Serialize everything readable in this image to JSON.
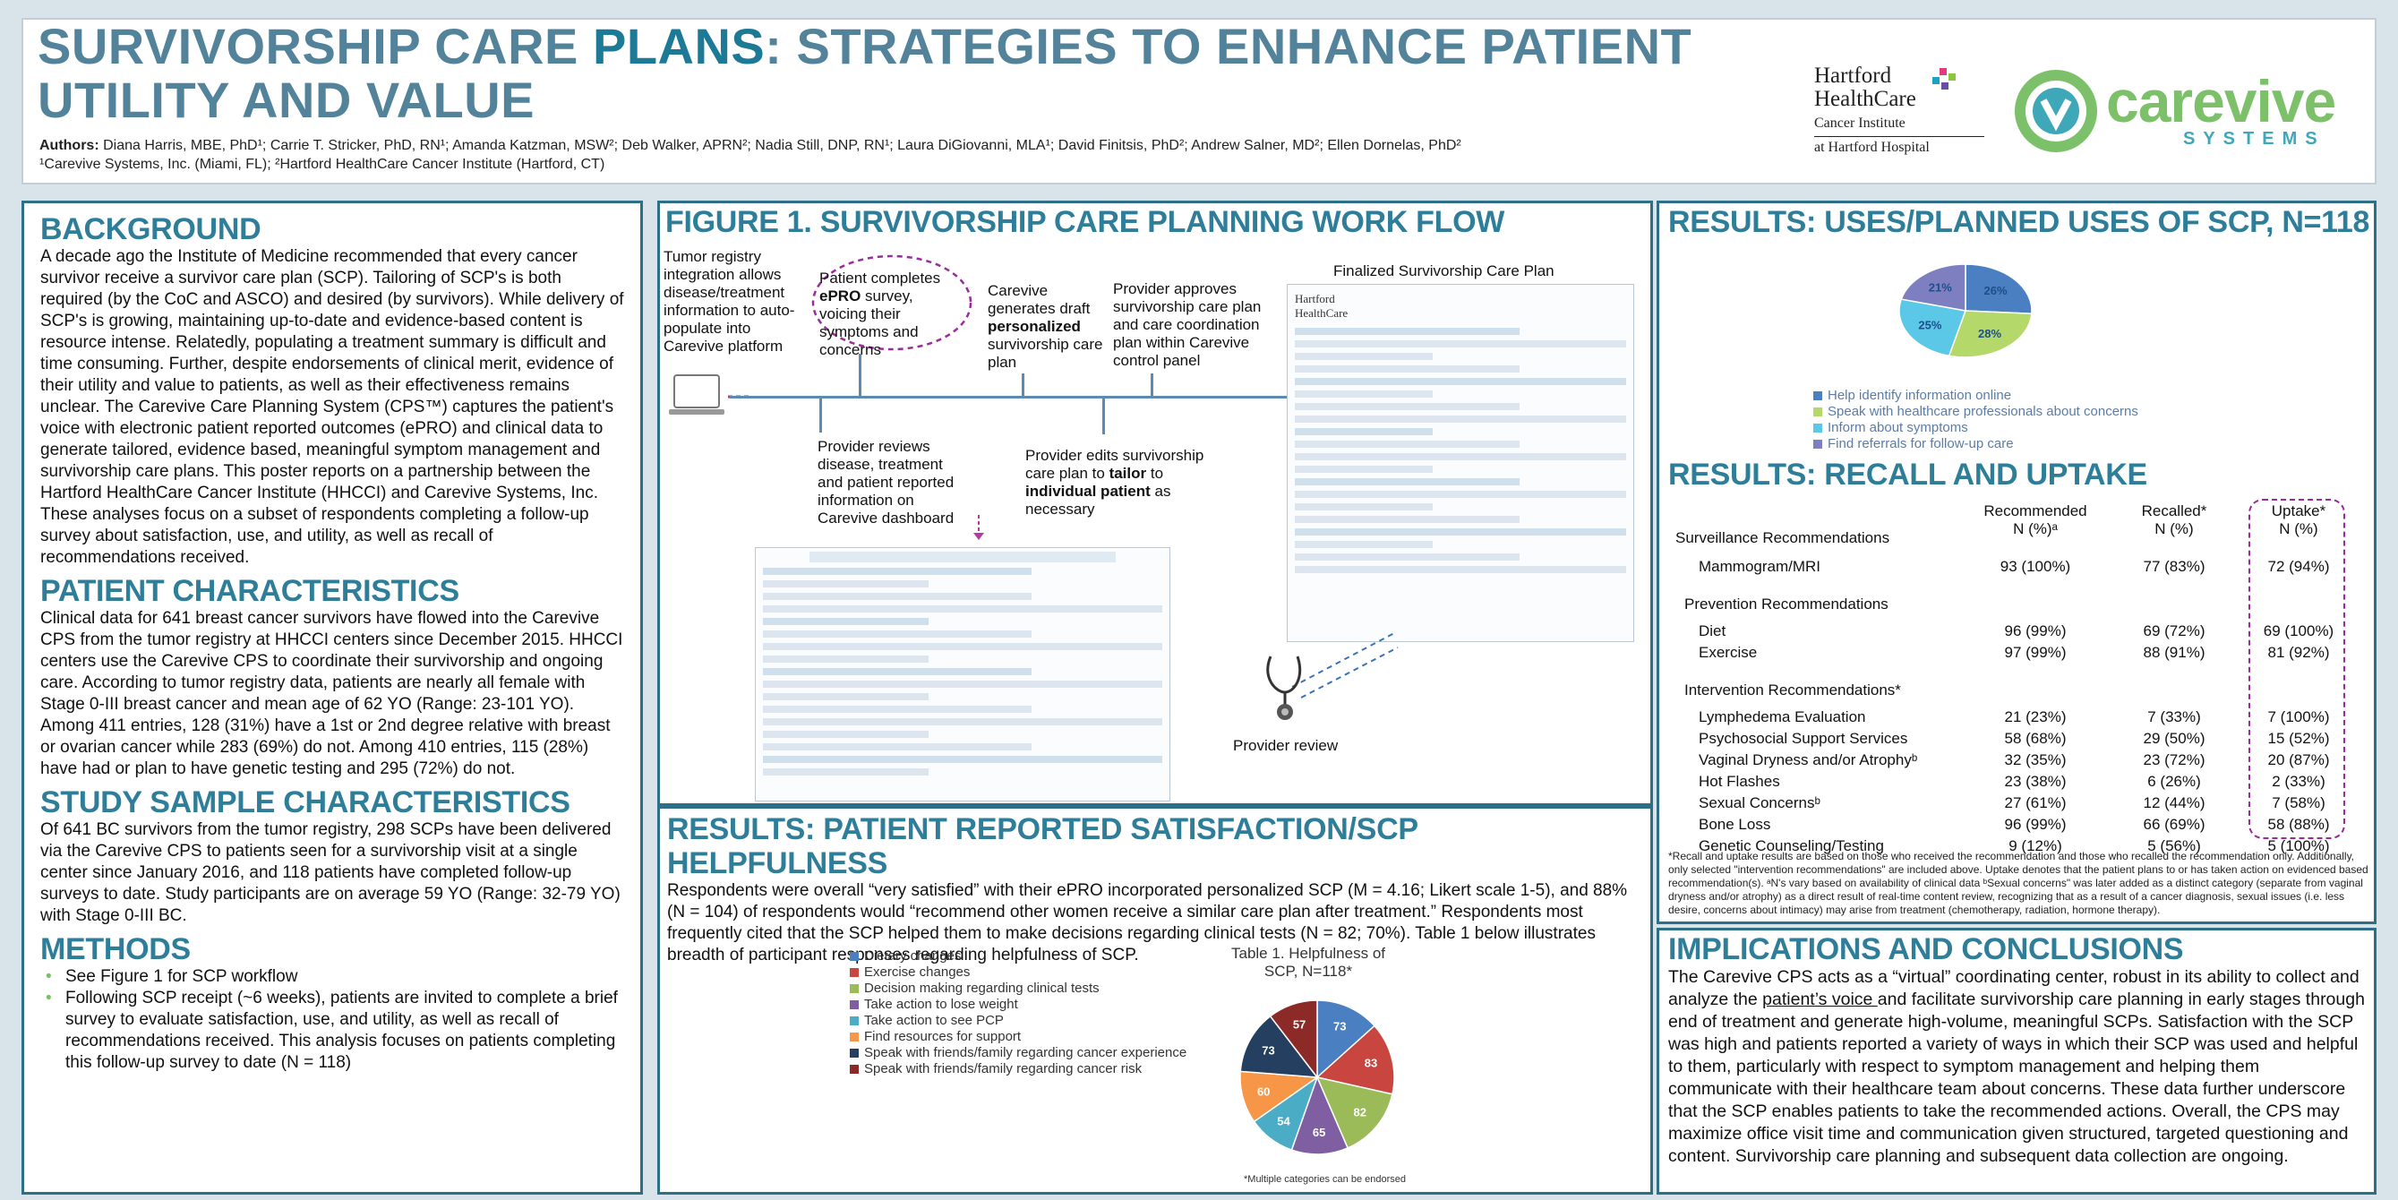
{
  "title": {
    "part1": "SURVIVORSHIP CARE ",
    "part2": "PLANS",
    "part3": ": STRATEGIES TO ENHANCE PATIENT UTILITY AND VALUE"
  },
  "authors": {
    "label": "Authors:",
    "names": "Diana Harris, MBE, PhD¹; Carrie T. Stricker, PhD, RN¹; Amanda Katzman, MSW²; Deb Walker, APRN²; Nadia Still, DNP, RN¹; Laura DiGiovanni, MLA¹; David Finitsis, PhD²; Andrew Salner, MD²; Ellen Dornelas, PhD²",
    "affiliations": "¹Carevive Systems, Inc. (Miami, FL);  ²Hartford HealthCare Cancer Institute (Hartford, CT)"
  },
  "logos": {
    "hartford_l1": "Hartford",
    "hartford_l2": "HealthCare",
    "hartford_l3": "Cancer Institute",
    "hartford_l4": "at Hartford Hospital",
    "carevive_word": "carevive",
    "carevive_sub": "SYSTEMS"
  },
  "background": {
    "heading": "BACKGROUND",
    "text": "A decade ago the Institute of Medicine recommended that every cancer survivor receive a survivor care plan (SCP). Tailoring of SCP's is both required (by the CoC and ASCO) and desired (by survivors).  While delivery of SCP's is growing, maintaining up-to-date and evidence-based content is resource intense.  Relatedly, populating a treatment summary is difficult and time consuming.   Further, despite endorsements of clinical merit, evidence of their utility and value to patients, as well as their effectiveness remains unclear.  The Carevive Care Planning System (CPS™) captures the patient's voice with electronic patient reported outcomes (ePRO) and clinical data to generate tailored, evidence based, meaningful symptom management and survivorship care plans.  This poster reports on a partnership between the Hartford HealthCare Cancer Institute (HHCCI) and Carevive Systems, Inc.  These analyses focus on a subset of respondents completing a follow-up survey about satisfaction, use, and utility, as well as recall of recommendations received."
  },
  "patient_characteristics": {
    "heading": "PATIENT CHARACTERISTICS",
    "text": "Clinical data for 641 breast cancer survivors have flowed into the Carevive CPS from the tumor registry at HHCCI centers since December 2015.  HHCCI centers use the Carevive CPS to coordinate their survivorship and ongoing care.  According to tumor registry data, patients are nearly all female with Stage 0-III breast cancer and mean age of 62 YO (Range: 23-101 YO). Among 411 entries, 128 (31%) have a 1st or 2nd degree relative with breast or ovarian cancer while 283 (69%) do not.  Among 410 entries, 115  (28%) have had or plan to have genetic testing and 295 (72%) do not."
  },
  "study_sample": {
    "heading": "STUDY SAMPLE CHARACTERISTICS",
    "text": "Of 641 BC survivors from the tumor registry, 298 SCPs have been delivered via the Carevive CPS to patients seen for a survivorship visit at a single center since January 2016, and 118 patients have completed follow-up surveys to date. Study participants are on average 59 YO (Range: 32-79 YO) with Stage 0-III BC."
  },
  "methods": {
    "heading": "METHODS",
    "bullets": [
      "See Figure 1 for SCP workflow",
      "Following SCP receipt (~6 weeks), patients are invited to complete a brief survey to evaluate satisfaction, use, and utility, as well as recall of recommendations received. This analysis focuses on patients completing this follow-up survey to date (N = 118)"
    ]
  },
  "figure1": {
    "heading": "FIGURE 1.  SURVIVORSHIP CARE PLANNING WORK FLOW",
    "step1": "Tumor registry integration allows disease/treatment information to auto-populate into Carevive platform",
    "step2a": "Patient completes ",
    "step2b": "ePRO",
    "step2c": " survey, voicing their symptoms and concerns",
    "step3a": "Carevive generates draft ",
    "step3b": "personalized",
    "step3c": " survivorship care plan",
    "step4": "Provider approves survivorship care plan and care coordination plan within Carevive control panel",
    "step5": "Provider reviews disease, treatment and patient reported information on Carevive dashboard",
    "step6a": "Provider edits survivorship care plan to ",
    "step6b": "tailor",
    "step6c": " to ",
    "step6d": "individual patient",
    "step6e": " as necessary",
    "finalized_title": "Finalized Survivorship Care Plan",
    "provider_review": "Provider review"
  },
  "satisfaction": {
    "heading": "RESULTS: PATIENT REPORTED SATISFACTION/SCP HELPFULNESS",
    "text": "Respondents were overall “very satisfied” with their ePRO incorporated personalized SCP (M = 4.16; Likert scale 1-5), and 88% (N = 104) of respondents would “recommend other women receive a similar care plan after treatment.”  Respondents most frequently cited that the SCP helped them to make decisions regarding clinical tests (N = 82; 70%). Table 1 below illustrates breadth of participant responses regarding helpfulness of SCP.",
    "table_title": "Table 1. Helpfulness of SCP, N=118*",
    "footnote": "*Multiple categories can be endorsed"
  },
  "uses": {
    "heading": "RESULTS: USES/PLANNED USES OF SCP, N=118"
  },
  "recall": {
    "heading": "RESULTS: RECALL AND UPTAKE",
    "col1": "Recommended",
    "col1b": "N (%)ᵃ",
    "col2": "Recalled*",
    "col2b": "N (%)",
    "col3": "Uptake*",
    "col3b": "N (%)",
    "rows": [
      {
        "label": "Surveillance Recommendations",
        "rec": "",
        "recall": "",
        "up": "",
        "kind": "group0"
      },
      {
        "label": "Mammogram/MRI",
        "rec": "93 (100%)",
        "recall": "77 (83%)",
        "up": "72 (94%)",
        "kind": "item"
      },
      {
        "label": "Prevention Recommendations",
        "rec": "",
        "recall": "",
        "up": "",
        "kind": "group"
      },
      {
        "label": "Diet",
        "rec": "96 (99%)",
        "recall": "69 (72%)",
        "up": "69 (100%)",
        "kind": "item"
      },
      {
        "label": "Exercise",
        "rec": "97 (99%)",
        "recall": "88 (91%)",
        "up": "81 (92%)",
        "kind": "item"
      },
      {
        "label": "Intervention Recommendations*",
        "rec": "",
        "recall": "",
        "up": "",
        "kind": "group"
      },
      {
        "label": "Lymphedema Evaluation",
        "rec": "21 (23%)",
        "recall": "7 (33%)",
        "up": "7 (100%)",
        "kind": "item"
      },
      {
        "label": "Psychosocial Support Services",
        "rec": "58 (68%)",
        "recall": "29 (50%)",
        "up": "15 (52%)",
        "kind": "item"
      },
      {
        "label": "Vaginal Dryness and/or Atrophyᵇ",
        "rec": "32 (35%)",
        "recall": "23 (72%)",
        "up": "20 (87%)",
        "kind": "item"
      },
      {
        "label": "Hot Flashes",
        "rec": "23 (38%)",
        "recall": "6 (26%)",
        "up": "2  (33%)",
        "kind": "item"
      },
      {
        "label": "Sexual Concernsᵇ",
        "rec": "27 (61%)",
        "recall": "12 (44%)",
        "up": "7  (58%)",
        "kind": "item"
      },
      {
        "label": "Bone Loss",
        "rec": "96 (99%)",
        "recall": "66 (69%)",
        "up": "58 (88%)",
        "kind": "item"
      },
      {
        "label": "Genetic Counseling/Testing",
        "rec": "9 (12%)",
        "recall": "5 (56%)",
        "up": "5 (100%)",
        "kind": "item"
      }
    ],
    "notes": "*Recall and uptake results are based on those who received the recommendation and those who recalled the recommendation only.  Additionally, only selected \"intervention recommendations\" are included above.  Uptake denotes that the patient plans to or has taken action on evidenced based recommendation(s). ᵃN's vary based on availability of clinical data ᵇSexual concerns\" was later added as a distinct category (separate from vaginal dryness and/or atrophy) as a direct result of real-time content review, recognizing that as a result of a cancer diagnosis, sexual issues (i.e. less desire, concerns about intimacy) may arise from treatment (chemotherapy, radiation, hormone therapy)."
  },
  "implications": {
    "heading": "IMPLICATIONS AND CONCLUSIONS",
    "text_pre": "The Carevive CPS acts as a “virtual” coordinating center, robust in its ability to collect and analyze the ",
    "text_link": "patient’s voice ",
    "text_post": "and facilitate survivorship care planning in early stages through end of treatment and generate high-volume, meaningful SCPs.  Satisfaction with the SCP was high and patients reported a variety of ways in which their SCP was used and helpful to them, particularly with respect to symptom management and helping them communicate with their healthcare team about concerns.  These data further underscore that the SCP enables patients to take the recommended actions.  Overall, the CPS may maximize office visit time and communication given structured, targeted questioning and content.   Survivorship care planning and subsequent data collection are ongoing."
  },
  "chart_data": [
    {
      "type": "pie",
      "title": "Table 1. Helpfulness of SCP, N=118*",
      "categories": [
        "Dietary changes",
        "Exercise changes",
        "Decision making regarding clinical tests",
        "Take action to lose weight",
        "Take action to see PCP",
        "Find resources for support",
        "Speak with friends/family regarding cancer experience",
        "Speak with friends/family regarding cancer risk"
      ],
      "values": [
        73,
        83,
        82,
        65,
        54,
        60,
        73,
        57
      ],
      "colors": [
        "#4a7fc1",
        "#c9453f",
        "#9bbb59",
        "#7f5fa2",
        "#4bacc6",
        "#f79646",
        "#243f60",
        "#8b2a26"
      ],
      "legend_position": "left"
    },
    {
      "type": "pie",
      "title": "",
      "categories": [
        "Help identify information online",
        "Speak with healthcare professionals about concerns",
        "Inform about symptoms",
        "Find referrals for follow-up care"
      ],
      "values": [
        26,
        28,
        25,
        21
      ],
      "labels": [
        "26%",
        "28%",
        "25%",
        "21%"
      ],
      "colors": [
        "#4a7fc1",
        "#b5d86a",
        "#5cc8e8",
        "#7e7fc0"
      ],
      "legend_position": "bottom"
    }
  ]
}
